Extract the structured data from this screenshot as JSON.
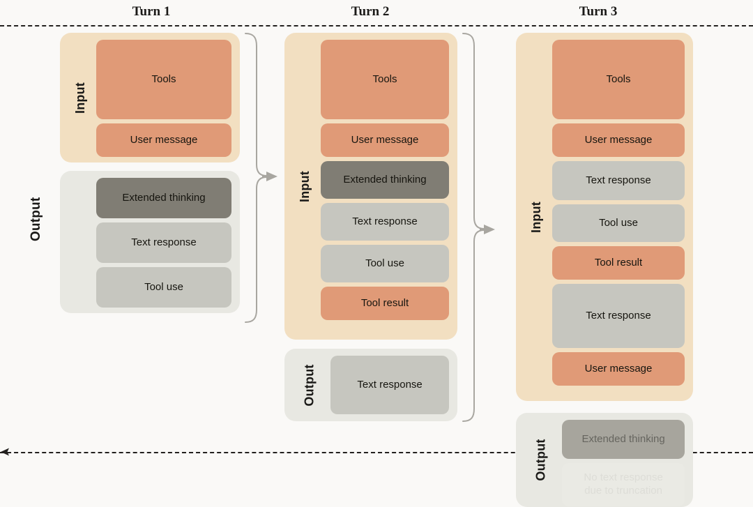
{
  "background_color": "#faf9f7",
  "palette": {
    "input_container": "#f2dfc1",
    "output_container": "#e8e8e2",
    "orange_block": "#e09a77",
    "gray_block": "#c6c6bf",
    "dark_gray_block": "#807d74",
    "ghost_block": "#eeeeea",
    "connector": "#a8a6a0",
    "rail": "#22201e"
  },
  "side_label": "Output",
  "turns": [
    {
      "title": "Turn 1",
      "input": {
        "label": "Input",
        "blocks": [
          {
            "text": "Tools",
            "style": "orange"
          },
          {
            "text": "User message",
            "style": "orange"
          }
        ]
      },
      "output": {
        "label": "Output",
        "label_visible": false,
        "blocks": [
          {
            "text": "Extended thinking",
            "style": "dark"
          },
          {
            "text": "Text response",
            "style": "gray"
          },
          {
            "text": "Tool use",
            "style": "gray"
          }
        ]
      }
    },
    {
      "title": "Turn 2",
      "input": {
        "label": "Input",
        "blocks": [
          {
            "text": "Tools",
            "style": "orange"
          },
          {
            "text": "User message",
            "style": "orange"
          },
          {
            "text": "Extended thinking",
            "style": "dark"
          },
          {
            "text": "Text response",
            "style": "gray"
          },
          {
            "text": "Tool use",
            "style": "gray"
          },
          {
            "text": "Tool result",
            "style": "orange"
          }
        ]
      },
      "output": {
        "label": "Output",
        "label_visible": true,
        "blocks": [
          {
            "text": "Text response",
            "style": "gray"
          }
        ]
      }
    },
    {
      "title": "Turn 3",
      "input": {
        "label": "Input",
        "blocks": [
          {
            "text": "Tools",
            "style": "orange"
          },
          {
            "text": "User message",
            "style": "orange"
          },
          {
            "text": "Text response",
            "style": "gray"
          },
          {
            "text": "Tool use",
            "style": "gray"
          },
          {
            "text": "Tool result",
            "style": "orange"
          },
          {
            "text": "Text response",
            "style": "gray"
          },
          {
            "text": "User message",
            "style": "orange"
          }
        ]
      },
      "output": {
        "label": "Output",
        "label_visible": true,
        "blocks": [
          {
            "text": "Extended thinking",
            "style": "dark"
          },
          {
            "text": "No text response\ndue to truncation",
            "style": "ghost"
          }
        ]
      }
    }
  ]
}
